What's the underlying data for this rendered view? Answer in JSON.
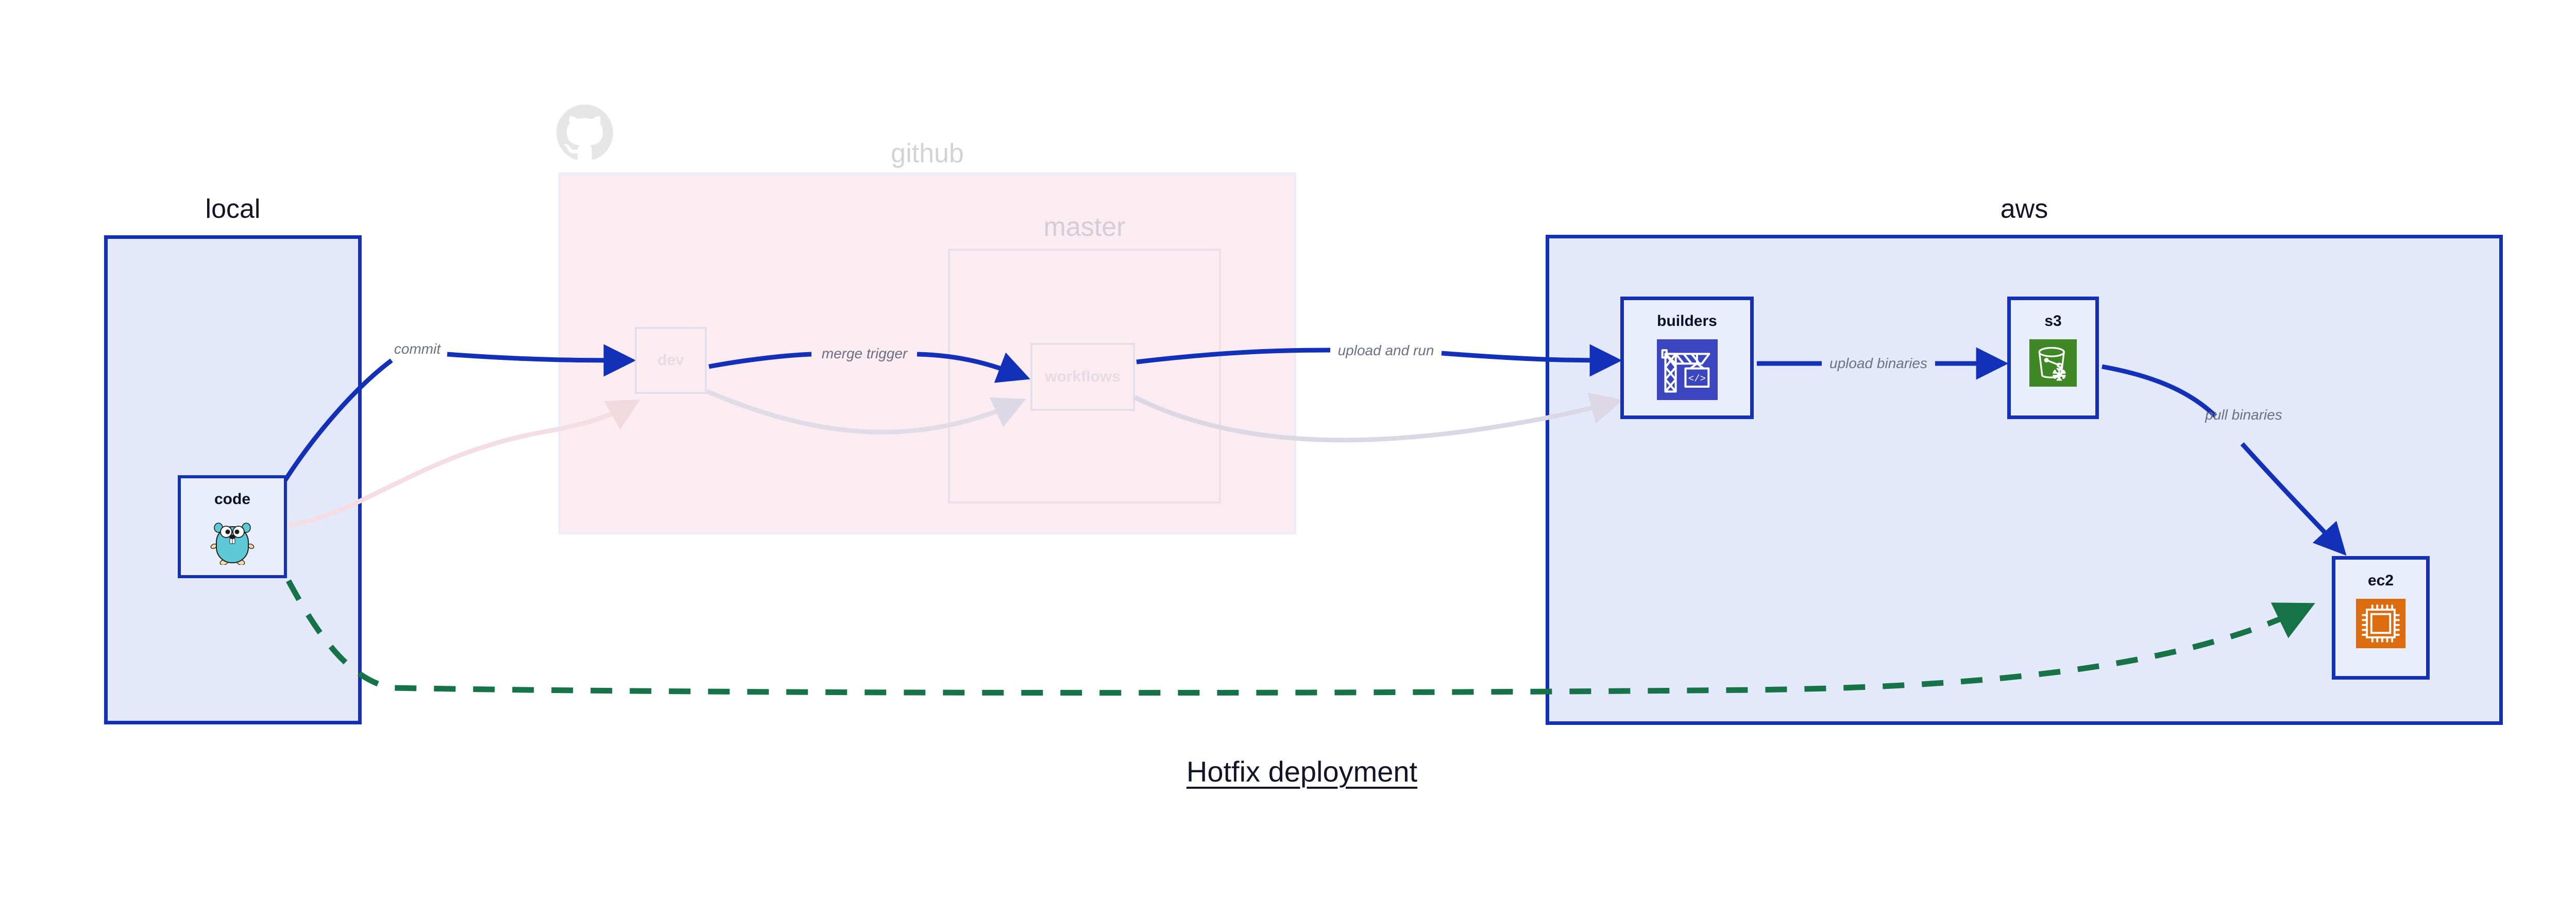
{
  "diagram": {
    "title": "Hotfix deployment",
    "type": "deployment-flow"
  },
  "clusters": [
    {
      "id": "local",
      "label": "local",
      "style": "solid-blue",
      "bg": "#e3e8fb",
      "border": "#1330b8"
    },
    {
      "id": "github",
      "label": "github",
      "style": "faded-pink",
      "bg": "#f8e2e8",
      "border": "#e0e5f7"
    },
    {
      "id": "master",
      "label": "master",
      "style": "faded-gray",
      "bg": "transparent",
      "border": "#dcd6e4"
    },
    {
      "id": "aws",
      "label": "aws",
      "style": "solid-blue",
      "bg": "#e3e8fb",
      "border": "#1330b8"
    }
  ],
  "nodes": [
    {
      "id": "code",
      "label": "code",
      "icon": "go-gopher-icon",
      "cluster": "local",
      "state": "active"
    },
    {
      "id": "dev",
      "label": "dev",
      "icon": "none",
      "cluster": "github",
      "state": "faded"
    },
    {
      "id": "workflows",
      "label": "workflows",
      "icon": "none",
      "cluster": "master",
      "state": "faded"
    },
    {
      "id": "builders",
      "label": "builders",
      "icon": "aws-codebuild-icon",
      "cluster": "aws",
      "state": "active",
      "icon_color": "#3b45bf"
    },
    {
      "id": "s3",
      "label": "s3",
      "icon": "aws-s3-glacier-icon",
      "cluster": "aws",
      "state": "active",
      "icon_color": "#3f8624"
    },
    {
      "id": "ec2",
      "label": "ec2",
      "icon": "aws-ec2-chip-icon",
      "cluster": "aws",
      "state": "active",
      "icon_color": "#dd6b10"
    }
  ],
  "edges": [
    {
      "id": "e-commit",
      "from": "code",
      "to": "dev",
      "label": "commit",
      "style": "solid",
      "color": "#1330b8",
      "state": "active"
    },
    {
      "id": "e-merge-trigger",
      "from": "dev",
      "to": "workflows",
      "label": "merge trigger",
      "style": "solid",
      "color": "#1330b8",
      "state": "active"
    },
    {
      "id": "e-upload-and-run",
      "from": "workflows",
      "to": "builders",
      "label": "upload and run",
      "style": "solid",
      "color": "#1330b8",
      "state": "active"
    },
    {
      "id": "e-upload-binaries",
      "from": "builders",
      "to": "s3",
      "label": "upload binaries",
      "style": "solid",
      "color": "#1330b8",
      "state": "active"
    },
    {
      "id": "e-pull-binaries",
      "from": "s3",
      "to": "ec2",
      "label": "pull binaries",
      "style": "solid",
      "color": "#1330b8",
      "state": "active"
    },
    {
      "id": "e-hotfix",
      "from": "code",
      "to": "ec2",
      "label": "",
      "style": "dashed",
      "color": "#157347",
      "state": "active"
    },
    {
      "id": "e-faded-1",
      "from": "code",
      "to": "dev",
      "label": "",
      "style": "solid",
      "color": "#f4dde3",
      "state": "faded"
    },
    {
      "id": "e-faded-2",
      "from": "dev",
      "to": "workflows",
      "label": "",
      "style": "solid",
      "color": "#e0dbe6",
      "state": "faded"
    },
    {
      "id": "e-faded-3",
      "from": "workflows",
      "to": "builders",
      "label": "",
      "style": "solid",
      "color": "#dcd7e5",
      "state": "faded"
    }
  ],
  "colors": {
    "accent_blue": "#1330b8",
    "cluster_fill": "#e3e8fb",
    "node_fill": "#e9edfc",
    "github_fill": "#f8e2e8",
    "label_gray": "#6b7183",
    "title_navy": "#131426",
    "dashed_green": "#157347"
  }
}
